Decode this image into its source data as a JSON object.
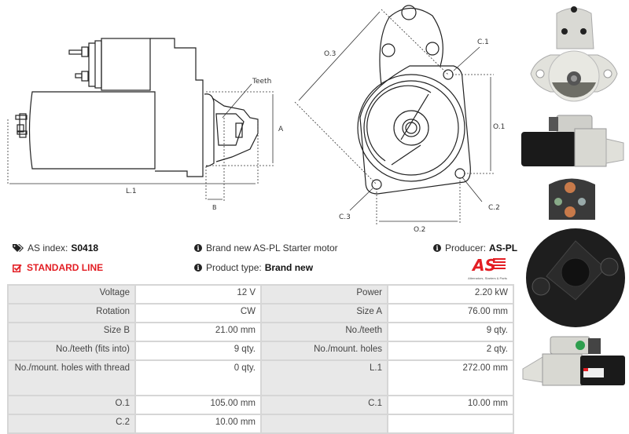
{
  "diagram_side": {
    "labels": {
      "teeth": "Teeth",
      "a": "A",
      "b": "B",
      "l1": "L.1"
    }
  },
  "diagram_front": {
    "labels": {
      "o1": "O.1",
      "o2": "O.2",
      "o3": "O.3",
      "c1": "C.1",
      "c2": "C.2",
      "c3": "C.3"
    }
  },
  "info": {
    "as_index_label": "AS index:",
    "as_index_value": "S0418",
    "line_label": "STANDARD LINE",
    "description": "Brand new AS-PL Starter motor",
    "product_type_label": "Product type:",
    "product_type_value": "Brand new",
    "producer_label": "Producer:",
    "producer_value": "AS-PL",
    "logo_text": "AS",
    "logo_tagline": "Alternators, Starters & Parts"
  },
  "specs": {
    "rows": [
      {
        "l1": "Voltage",
        "v1": "12 V",
        "l2": "Power",
        "v2": "2.20 kW"
      },
      {
        "l1": "Rotation",
        "v1": "CW",
        "l2": "Size A",
        "v2": "76.00 mm"
      },
      {
        "l1": "Size B",
        "v1": "21.00 mm",
        "l2": "No./teeth",
        "v2": "9 qty."
      },
      {
        "l1": "No./teeth (fits into)",
        "v1": "9 qty.",
        "l2": "No./mount. holes",
        "v2": "2 qty."
      },
      {
        "l1": "No./mount. holes with thread",
        "v1": "0 qty.",
        "l2": "L.1",
        "v2": "272.00 mm"
      },
      {
        "l1": "O.1",
        "v1": "105.00 mm",
        "l2": "C.1",
        "v2": "10.00 mm"
      },
      {
        "l1": "C.2",
        "v1": "10.00 mm",
        "l2": "",
        "v2": ""
      }
    ]
  },
  "colors": {
    "accent_red": "#e31e24",
    "label_bg": "#e8e8e8",
    "border": "#d6d6d6"
  },
  "photos": [
    "front-view",
    "side-view-top",
    "solenoid-terminals",
    "rear-cap",
    "side-view-bottom"
  ]
}
